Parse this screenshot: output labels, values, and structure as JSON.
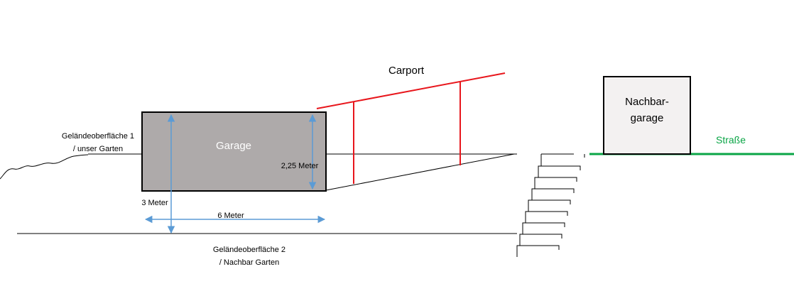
{
  "labels": {
    "carport": "Carport",
    "garage": "Garage",
    "nachbar_garage_line1": "Nachbar-",
    "nachbar_garage_line2": "garage",
    "strasse": "Straße",
    "gelaende1_line1": "Geländeoberfläche 1",
    "gelaende1_line2": "/ unser Garten",
    "gelaende2_line1": "Geländeoberfläche 2",
    "gelaende2_line2": "/ Nachbar Garten",
    "dim_height_garage": "2,25 Meter",
    "dim_height_total": "3 Meter",
    "dim_width": "6 Meter"
  },
  "colors": {
    "garage_fill": "#aeaaaa",
    "nachbar_garage_fill": "#f3f1f1",
    "carport": "#e8161c",
    "street": "#0aa546",
    "dimension": "#5b9bd5",
    "line": "#000000",
    "garage_text": "#ffffff"
  }
}
